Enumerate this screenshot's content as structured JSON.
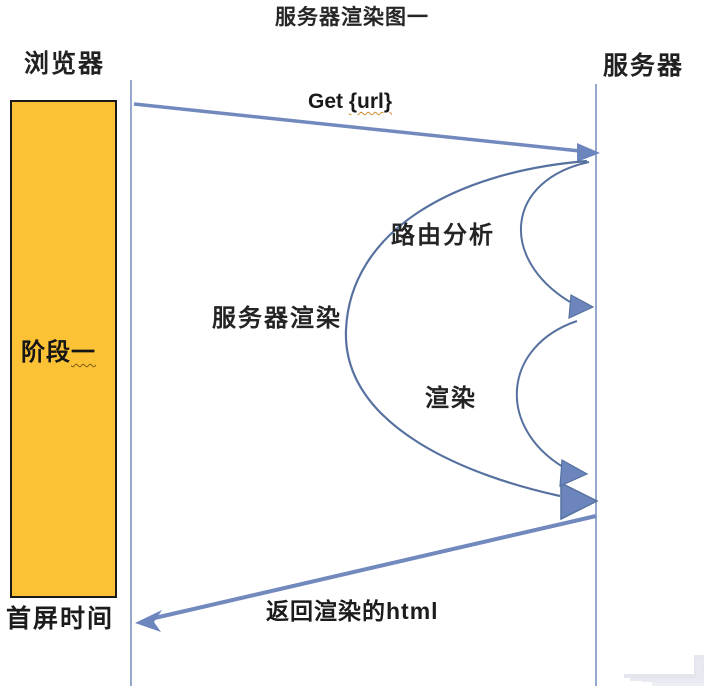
{
  "title": "服务器渲染图一",
  "actors": {
    "browser": "浏览器",
    "server": "服务器"
  },
  "phase_box": {
    "label_prefix": "阶段",
    "label_suffix": "一"
  },
  "messages": {
    "request_prefix": "Get ",
    "request_url": "{url}",
    "response": "返回渲染的html"
  },
  "self_calls": {
    "route_analysis": "路由分析",
    "server_render": "服务器渲染",
    "render": "渲染"
  },
  "footer": {
    "first_screen_time": "首屏时间"
  },
  "colors": {
    "lifeline": "#96A9CD",
    "thick_line": "#7289BE",
    "curve_stroke": "#56719F",
    "arrow_fill": "#6C86BD",
    "phase_fill": "#FCC235",
    "phase_border": "#1A1A1A",
    "text": "#1F1F1F"
  }
}
